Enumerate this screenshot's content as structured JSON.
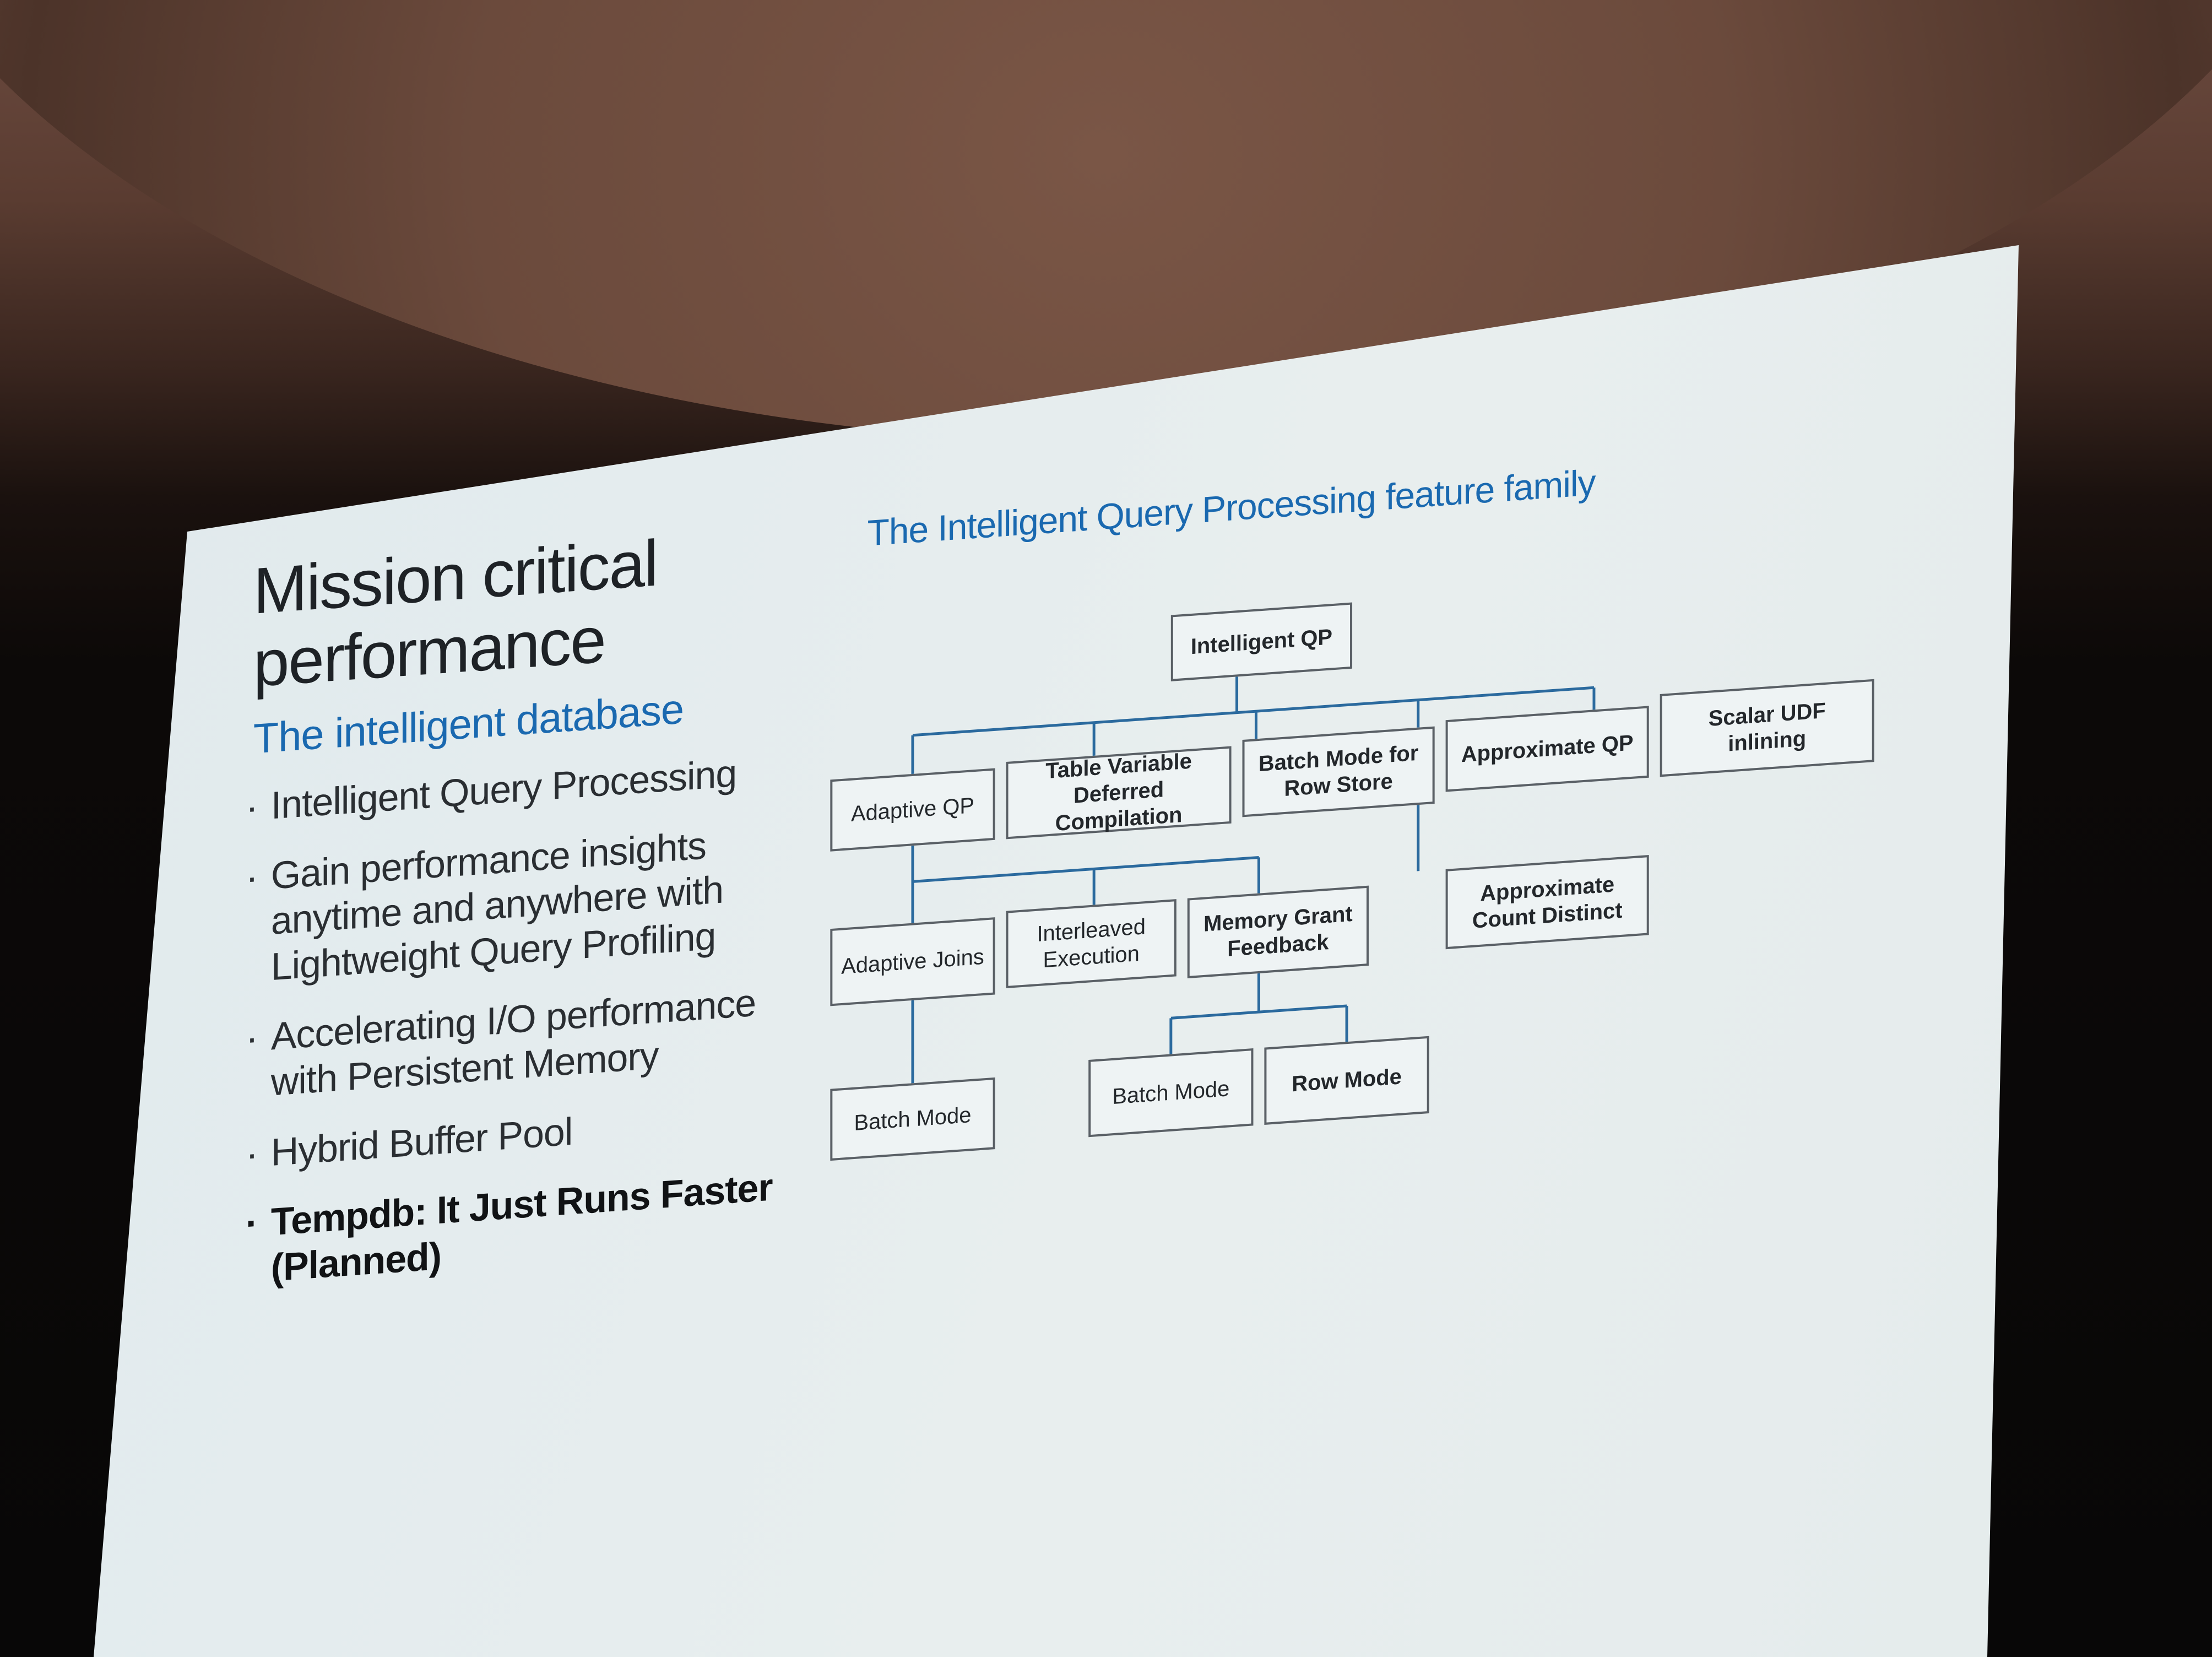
{
  "slide": {
    "title_line1": "Mission critical",
    "title_line2": "performance",
    "subtitle": "The intelligent database",
    "bullets": [
      "Intelligent Query Processing",
      "Gain performance insights anytime and anywhere with Lightweight Query Profiling",
      "Accelerating I/O performance with Persistent Memory",
      "Hybrid Buffer Pool",
      "Tempdb: It Just Runs Faster (Planned)"
    ],
    "bullet_marker": "·"
  },
  "diagram": {
    "title": "The Intelligent Query Processing feature family",
    "nodes": {
      "root": "Intelligent QP",
      "adaptive_qp": "Adaptive QP",
      "table_variable_line1": "Table Variable",
      "table_variable_line2": "Deferred Compilation",
      "batch_mode_row_store_line1": "Batch Mode for",
      "batch_mode_row_store_line2": "Row Store",
      "approximate_qp": "Approximate QP",
      "scalar_udf_line1": "Scalar UDF",
      "scalar_udf_line2": "inlining",
      "adaptive_joins": "Adaptive Joins",
      "interleaved_line1": "Interleaved",
      "interleaved_line2": "Execution",
      "memory_grant_line1": "Memory Grant",
      "memory_grant_line2": "Feedback",
      "approx_count_line1": "Approximate",
      "approx_count_line2": "Count Distinct",
      "batch_mode_1": "Batch Mode",
      "batch_mode_2": "Batch Mode",
      "row_mode": "Row Mode"
    }
  }
}
